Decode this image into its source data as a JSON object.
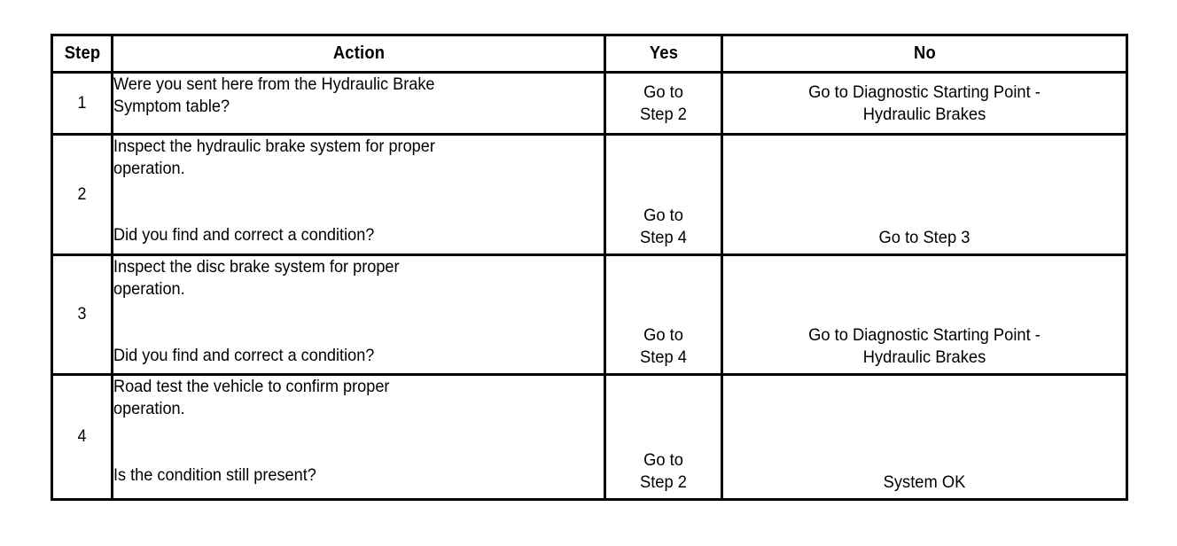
{
  "table": {
    "name": "hydraulic-brake-diagnostic-steps",
    "columns": [
      {
        "key": "step",
        "label": "Step"
      },
      {
        "key": "action",
        "label": "Action"
      },
      {
        "key": "yes",
        "label": "Yes"
      },
      {
        "key": "no",
        "label": "No"
      }
    ],
    "rows": [
      {
        "step": "1",
        "action_lines": [
          "Were you sent here from the Hydraulic Brake",
          "Symptom table?"
        ],
        "action_gap_after": 0,
        "yes_lines": [
          "Go to",
          "Step 2"
        ],
        "no_lines": [
          "Go to Diagnostic Starting Point -",
          "Hydraulic Brakes"
        ]
      },
      {
        "step": "2",
        "action_lines": [
          "Inspect the hydraulic brake system for proper",
          "operation."
        ],
        "action_question": "Did you find and correct a condition?",
        "yes_lines": [
          "Go to",
          "Step 4"
        ],
        "no_lines": [
          "Go to Step 3"
        ]
      },
      {
        "step": "3",
        "action_lines": [
          "Inspect the disc brake system for proper",
          "operation."
        ],
        "action_question": "Did you find and correct a condition?",
        "yes_lines": [
          "Go to",
          "Step 4"
        ],
        "no_lines": [
          "Go to Diagnostic Starting Point -",
          "Hydraulic Brakes"
        ]
      },
      {
        "step": "4",
        "action_lines": [
          "Road test the vehicle to confirm proper",
          "operation."
        ],
        "action_question": "Is the condition still present?",
        "yes_lines": [
          "Go to",
          "Step 2"
        ],
        "no_lines": [
          "System OK"
        ]
      }
    ]
  },
  "colors": {
    "border": "#000000",
    "text": "#000000",
    "background": "#ffffff"
  }
}
